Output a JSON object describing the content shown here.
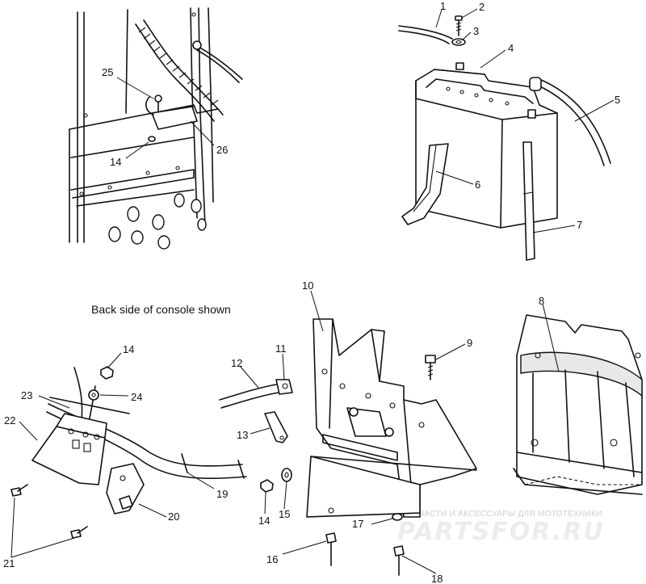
{
  "caption": "Back side of console shown",
  "watermark": {
    "small": "ЗАПЧАСТИ И АКСЕССУАРЫ ДЛЯ МОТОТЕХНИКИ",
    "big": "PARTSFOR.RU"
  },
  "callouts": [
    {
      "id": "c1",
      "text": "1"
    },
    {
      "id": "c2",
      "text": "2"
    },
    {
      "id": "c3",
      "text": "3"
    },
    {
      "id": "c4",
      "text": "4"
    },
    {
      "id": "c5",
      "text": "5"
    },
    {
      "id": "c6",
      "text": "6"
    },
    {
      "id": "c7",
      "text": "7"
    },
    {
      "id": "c8",
      "text": "8"
    },
    {
      "id": "c9",
      "text": "9"
    },
    {
      "id": "c10",
      "text": "10"
    },
    {
      "id": "c11",
      "text": "11"
    },
    {
      "id": "c12",
      "text": "12"
    },
    {
      "id": "c13",
      "text": "13"
    },
    {
      "id": "c14a",
      "text": "14"
    },
    {
      "id": "c14b",
      "text": "14"
    },
    {
      "id": "c14c",
      "text": "14"
    },
    {
      "id": "c15",
      "text": "15"
    },
    {
      "id": "c16",
      "text": "16"
    },
    {
      "id": "c17",
      "text": "17"
    },
    {
      "id": "c18",
      "text": "18"
    },
    {
      "id": "c19",
      "text": "19"
    },
    {
      "id": "c20",
      "text": "20"
    },
    {
      "id": "c21",
      "text": "21"
    },
    {
      "id": "c22",
      "text": "22"
    },
    {
      "id": "c23",
      "text": "23"
    },
    {
      "id": "c24",
      "text": "24"
    },
    {
      "id": "c25",
      "text": "25"
    },
    {
      "id": "c26",
      "text": "26"
    }
  ]
}
